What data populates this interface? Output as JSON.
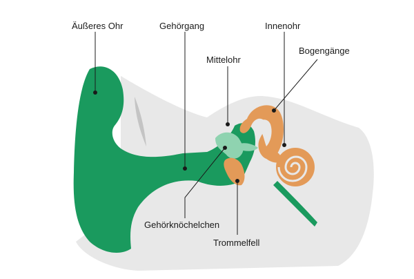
{
  "colors": {
    "tissue": "#e8e8e8",
    "ear": "#1a9a5e",
    "ossicles": "#8fd3b0",
    "inner": "#e39a58",
    "lines": "#1a1a1a"
  },
  "labels": {
    "outer_ear": "Äußeres Ohr",
    "ear_canal": "Gehörgang",
    "inner_ear": "Innenohr",
    "middle_ear": "Mittelohr",
    "semicircular_canals": "Bogengänge",
    "ossicles": "Gehörknöchelchen",
    "eardrum": "Trommelfell"
  }
}
